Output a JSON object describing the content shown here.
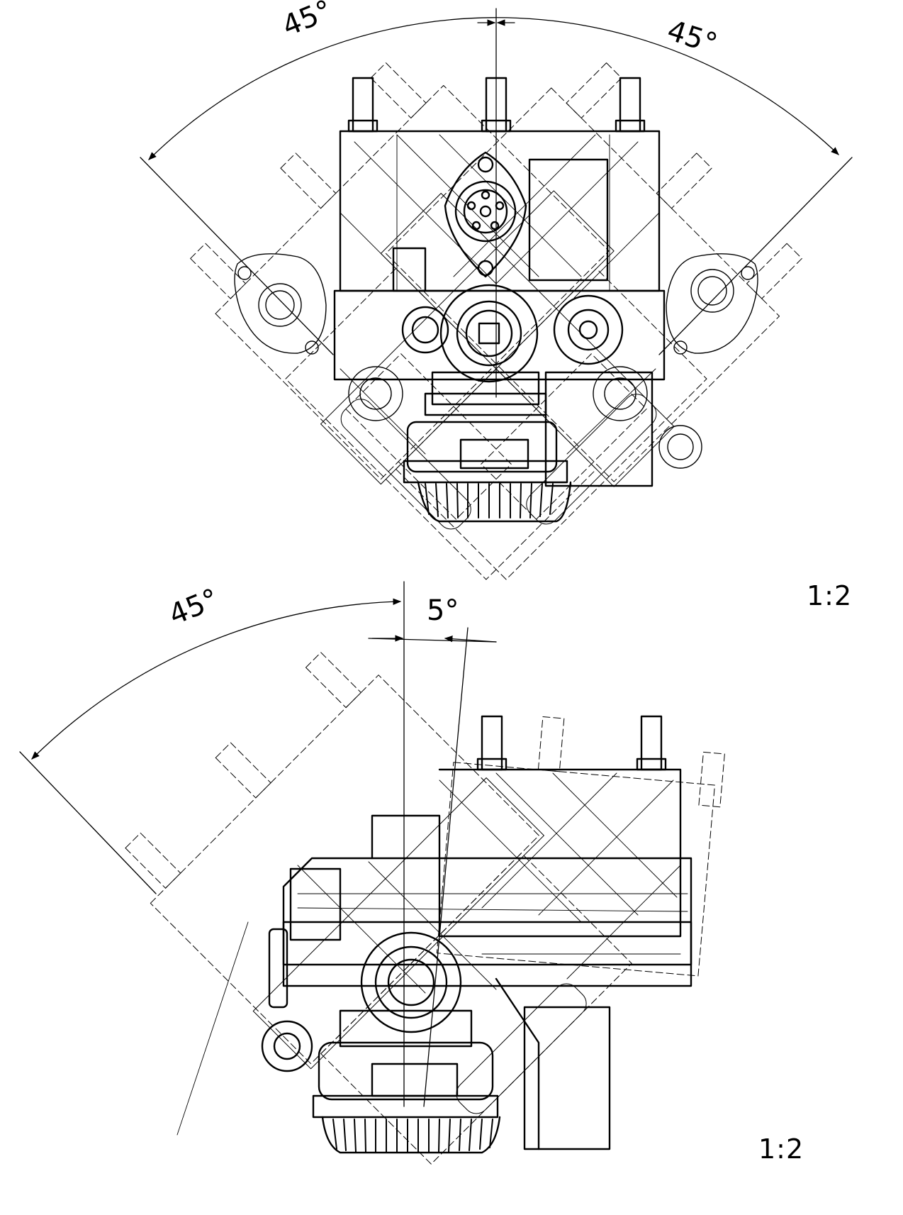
{
  "views": [
    {
      "angle_labels": [
        "45°",
        "45°"
      ],
      "scale": "1:2"
    },
    {
      "angle_labels": [
        "45°",
        "5°"
      ],
      "scale": "1:2"
    }
  ]
}
